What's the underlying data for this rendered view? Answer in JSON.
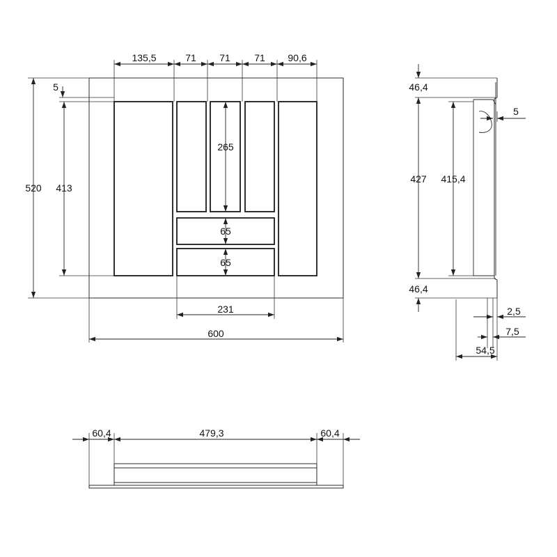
{
  "colors": {
    "line": "#2a2a2a",
    "text": "#111111",
    "background": "#ffffff"
  },
  "top_view": {
    "overall_width": "600",
    "overall_depth": "520",
    "inner_depth": "413",
    "wall_offset": "5",
    "col_1_width": "135,5",
    "col_2_width": "71",
    "col_3_width": "71",
    "col_4_width": "71",
    "col_5_width": "90,6",
    "slot_length": "265",
    "tray_1_depth": "65",
    "tray_2_depth": "65",
    "tray_width": "231"
  },
  "side_view": {
    "top_margin": "46,4",
    "bottom_margin": "46,4",
    "outer_height": "427",
    "inner_height": "415,4",
    "lip": "5",
    "wall_thickness": "2,5",
    "step": "7,5",
    "total_depth": "54,5"
  },
  "front_view": {
    "left_margin": "60,4",
    "center_width": "479,3",
    "right_margin": "60,4"
  }
}
